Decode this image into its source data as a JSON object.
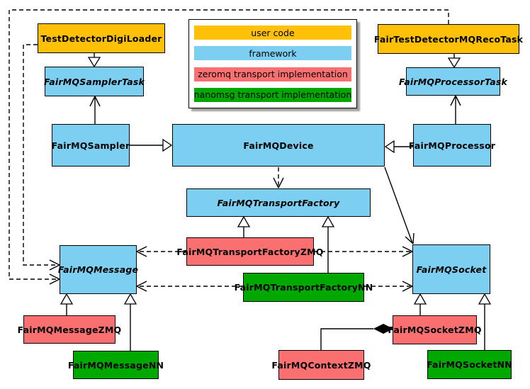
{
  "colors": {
    "user-code": "#FFC107",
    "framework": "#7CCFF1",
    "zeromq": "#FA7070",
    "nanomsg": "#00A800",
    "edge": "#000000",
    "background": "#FFFFFF"
  },
  "legend": {
    "items": [
      {
        "label": "user code",
        "type": "user-code"
      },
      {
        "label": "framework",
        "type": "framework"
      },
      {
        "label": "zeromq transport implementation",
        "type": "zeromq"
      },
      {
        "label": "nanomsg transport implementation",
        "type": "nanomsg"
      }
    ]
  },
  "nodes": {
    "test_detector_digi_loader": {
      "label": "TestDetectorDigiLoader",
      "type": "user-code",
      "abstract": false
    },
    "fairmq_sampler_task": {
      "label": "FairMQSamplerTask",
      "type": "framework",
      "abstract": true
    },
    "fair_test_detector_mq_reco_task": {
      "label": "FairTestDetectorMQRecoTask",
      "type": "user-code",
      "abstract": false
    },
    "fairmq_processor_task": {
      "label": "FairMQProcessorTask",
      "type": "framework",
      "abstract": true
    },
    "fairmq_sampler": {
      "label": "FairMQSampler",
      "type": "framework",
      "abstract": false
    },
    "fairmq_device": {
      "label": "FairMQDevice",
      "type": "framework",
      "abstract": false
    },
    "fairmq_processor": {
      "label": "FairMQProcessor",
      "type": "framework",
      "abstract": false
    },
    "fairmq_transport_factory": {
      "label": "FairMQTransportFactory",
      "type": "framework",
      "abstract": true
    },
    "fairmq_transport_factory_zmq": {
      "label": "FairMQTransportFactoryZMQ",
      "type": "zeromq",
      "abstract": false
    },
    "fairmq_transport_factory_nn": {
      "label": "FairMQTransportFactoryNN",
      "type": "nanomsg",
      "abstract": false
    },
    "fairmq_message": {
      "label": "FairMQMessage",
      "type": "framework",
      "abstract": true
    },
    "fairmq_socket": {
      "label": "FairMQSocket",
      "type": "framework",
      "abstract": true
    },
    "fairmq_message_zmq": {
      "label": "FairMQMessageZMQ",
      "type": "zeromq",
      "abstract": false
    },
    "fairmq_message_nn": {
      "label": "FairMQMessageNN",
      "type": "nanomsg",
      "abstract": false
    },
    "fairmq_socket_zmq": {
      "label": "FairMQSocketZMQ",
      "type": "zeromq",
      "abstract": false
    },
    "fairmq_socket_nn": {
      "label": "FairMQSocketNN",
      "type": "nanomsg",
      "abstract": false
    },
    "fairmq_context_zmq": {
      "label": "FairMQContextZMQ",
      "type": "zeromq",
      "abstract": false
    }
  }
}
